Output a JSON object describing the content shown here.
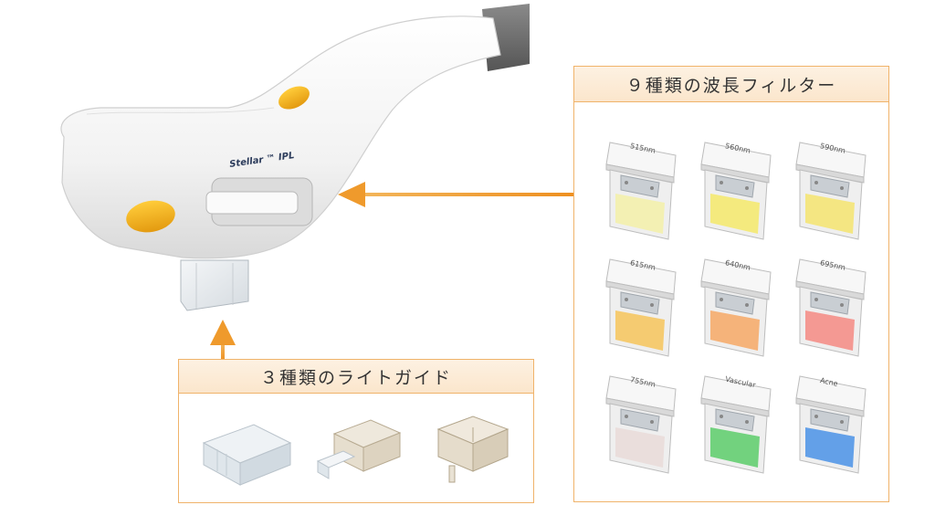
{
  "device": {
    "brand_label": "Stellar ™ IPL",
    "colors": {
      "body": "#f3f3f3",
      "button": "#f0b020",
      "cable": "#6f6f6f"
    }
  },
  "filters_panel": {
    "title": "９種類の波長フィルター",
    "filters": [
      {
        "label": "515nm",
        "color": "#f3f0a8"
      },
      {
        "label": "560nm",
        "color": "#f5e96a"
      },
      {
        "label": "590nm",
        "color": "#f4e46e"
      },
      {
        "label": "615nm",
        "color": "#f6c45a"
      },
      {
        "label": "640nm",
        "color": "#f6a865"
      },
      {
        "label": "695nm",
        "color": "#f48a82"
      },
      {
        "label": "755nm",
        "color": "#e9dad8"
      },
      {
        "label": "Vascular",
        "color": "#5ccc6a"
      },
      {
        "label": "Acne",
        "color": "#4a92e6"
      }
    ]
  },
  "lightguides_panel": {
    "title": "３種類のライトガイド",
    "items": [
      "large-lightguide",
      "medium-lightguide",
      "small-lightguide"
    ]
  },
  "accent_color": "#ef9a2c"
}
